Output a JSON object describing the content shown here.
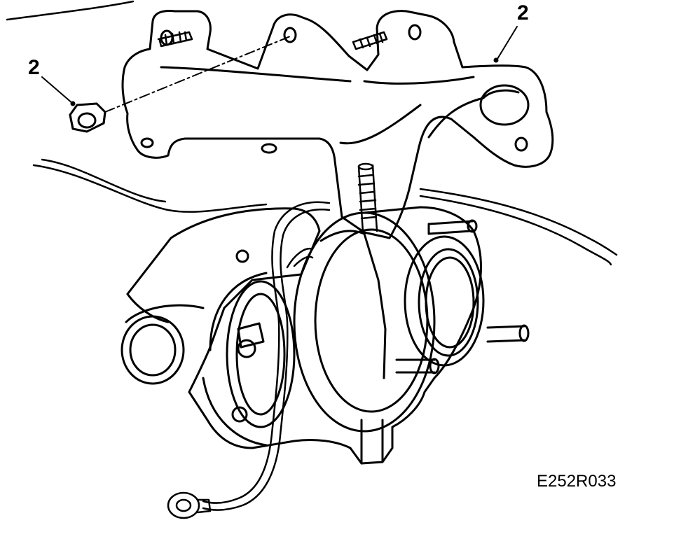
{
  "diagram": {
    "callouts": [
      {
        "id": "nut",
        "label": "2"
      },
      {
        "id": "manifold",
        "label": "2"
      }
    ],
    "figure_code": "E252R033"
  },
  "colors": {
    "line": "#000000",
    "background": "#ffffff"
  }
}
